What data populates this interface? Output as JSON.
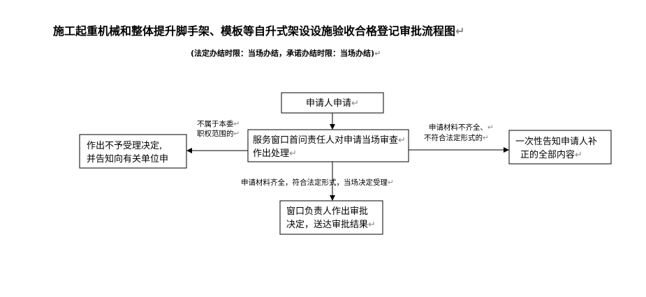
{
  "page": {
    "title": "施工起重机械和整体提升脚手架、模板等自升式架设设施验收合格登记审批流程图",
    "subtitle": "(法定办结时限：当场办结，承诺办结时限：当场办结)",
    "para_mark": "↵"
  },
  "nodes": {
    "apply": {
      "lines": [
        "申请人申请"
      ]
    },
    "window": {
      "lines": [
        "服务窗口首问责任人对申请当场审查",
        "作出处理"
      ]
    },
    "reject": {
      "lines": [
        "作出不予受理决定,",
        "并告知向有关单位申"
      ]
    },
    "supplement": {
      "lines": [
        "一次性告知申请人补",
        "正的全部内容"
      ]
    },
    "approve": {
      "lines": [
        "窗口负责人作出审批",
        "决定，送达审批结果"
      ]
    }
  },
  "edges": {
    "to_reject": {
      "lines": [
        "不属于本委",
        "职权范围的"
      ]
    },
    "to_supplement": {
      "lines": [
        "申请材料不齐全、",
        "不符合法定形式的"
      ]
    },
    "to_approve": {
      "lines": [
        "申请材料齐全，符合法定形式，当场决定受理"
      ]
    }
  },
  "colors": {
    "line": "#000000",
    "mark": "#888888"
  }
}
